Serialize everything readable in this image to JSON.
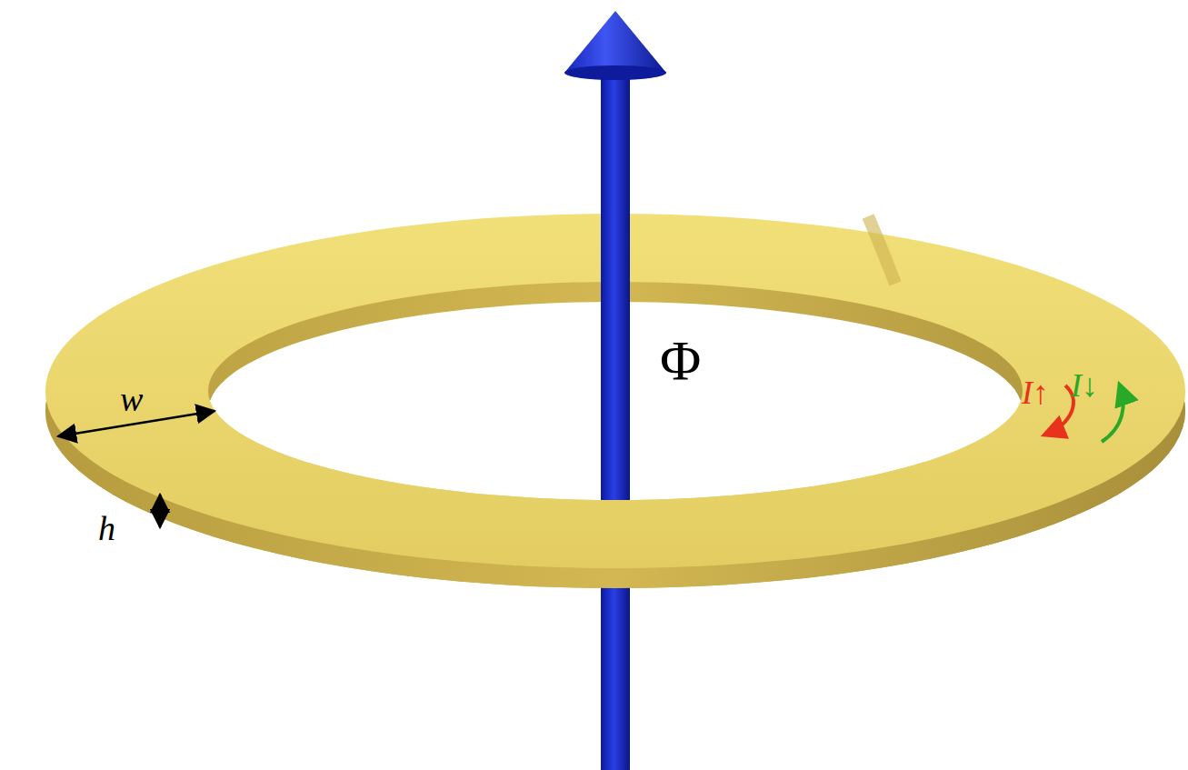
{
  "diagram": {
    "labels": [
      "w",
      "h",
      "Φ",
      "I↑",
      "I↓"
    ]
  }
}
